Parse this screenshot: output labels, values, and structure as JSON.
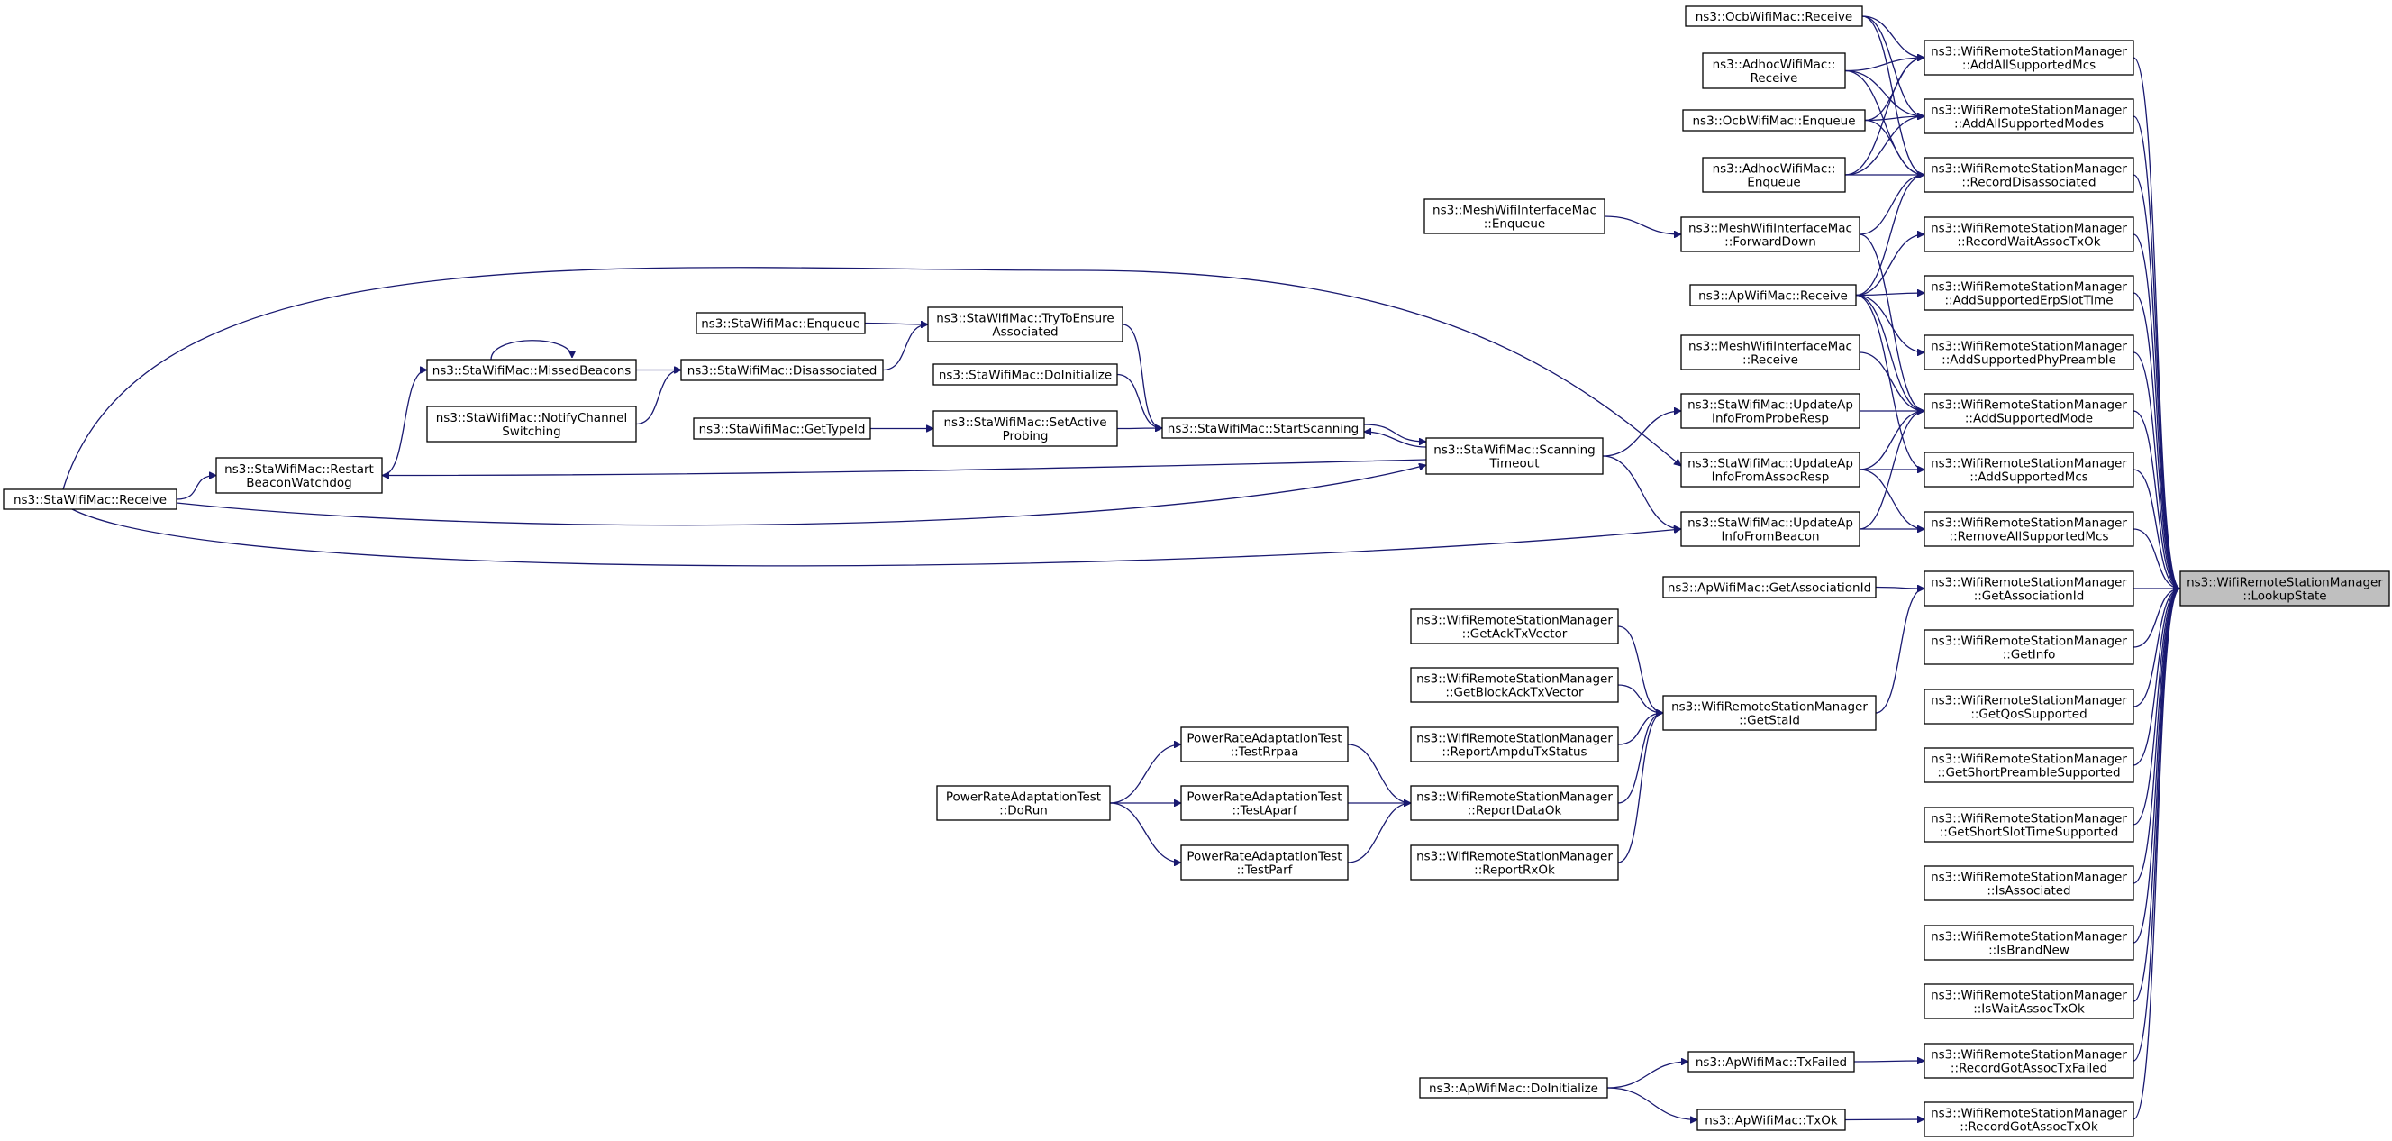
{
  "colors": {
    "edge": "#191970",
    "node_border": "#000000",
    "root_fill": "#bfbfbf",
    "node_fill": "#ffffff"
  },
  "nodes": [
    {
      "id": "lookup",
      "lines": [
        "ns3::WifiRemoteStationManager",
        "::LookupState"
      ],
      "root": true
    },
    {
      "id": "addAllMcs",
      "lines": [
        "ns3::WifiRemoteStationManager",
        "::AddAllSupportedMcs"
      ]
    },
    {
      "id": "addAllModes",
      "lines": [
        "ns3::WifiRemoteStationManager",
        "::AddAllSupportedModes"
      ]
    },
    {
      "id": "recDisassoc",
      "lines": [
        "ns3::WifiRemoteStationManager",
        "::RecordDisassociated"
      ]
    },
    {
      "id": "recWait",
      "lines": [
        "ns3::WifiRemoteStationManager",
        "::RecordWaitAssocTxOk"
      ]
    },
    {
      "id": "addErp",
      "lines": [
        "ns3::WifiRemoteStationManager",
        "::AddSupportedErpSlotTime"
      ]
    },
    {
      "id": "addPhy",
      "lines": [
        "ns3::WifiRemoteStationManager",
        "::AddSupportedPhyPreamble"
      ]
    },
    {
      "id": "addMode",
      "lines": [
        "ns3::WifiRemoteStationManager",
        "::AddSupportedMode"
      ]
    },
    {
      "id": "addMcs",
      "lines": [
        "ns3::WifiRemoteStationManager",
        "::AddSupportedMcs"
      ]
    },
    {
      "id": "removeAll",
      "lines": [
        "ns3::WifiRemoteStationManager",
        "::RemoveAllSupportedMcs"
      ]
    },
    {
      "id": "getAssocId",
      "lines": [
        "ns3::WifiRemoteStationManager",
        "::GetAssociationId"
      ]
    },
    {
      "id": "getInfo",
      "lines": [
        "ns3::WifiRemoteStationManager",
        "::GetInfo"
      ]
    },
    {
      "id": "getQos",
      "lines": [
        "ns3::WifiRemoteStationManager",
        "::GetQosSupported"
      ]
    },
    {
      "id": "getShortPre",
      "lines": [
        "ns3::WifiRemoteStationManager",
        "::GetShortPreambleSupported"
      ]
    },
    {
      "id": "getShortSlot",
      "lines": [
        "ns3::WifiRemoteStationManager",
        "::GetShortSlotTimeSupported"
      ]
    },
    {
      "id": "isAssoc",
      "lines": [
        "ns3::WifiRemoteStationManager",
        "::IsAssociated"
      ]
    },
    {
      "id": "isBrand",
      "lines": [
        "ns3::WifiRemoteStationManager",
        "::IsBrandNew"
      ]
    },
    {
      "id": "isWait",
      "lines": [
        "ns3::WifiRemoteStationManager",
        "::IsWaitAssocTxOk"
      ]
    },
    {
      "id": "recGotFail",
      "lines": [
        "ns3::WifiRemoteStationManager",
        "::RecordGotAssocTxFailed"
      ]
    },
    {
      "id": "recGotOk",
      "lines": [
        "ns3::WifiRemoteStationManager",
        "::RecordGotAssocTxOk"
      ]
    },
    {
      "id": "ocbRecv",
      "lines": [
        "ns3::OcbWifiMac::Receive"
      ]
    },
    {
      "id": "adhocRecv",
      "lines": [
        "ns3::AdhocWifiMac::",
        "Receive"
      ]
    },
    {
      "id": "ocbEnq",
      "lines": [
        "ns3::OcbWifiMac::Enqueue"
      ]
    },
    {
      "id": "adhocEnq",
      "lines": [
        "ns3::AdhocWifiMac::",
        "Enqueue"
      ]
    },
    {
      "id": "meshFwd",
      "lines": [
        "ns3::MeshWifiInterfaceMac",
        "::ForwardDown"
      ]
    },
    {
      "id": "apRecv",
      "lines": [
        "ns3::ApWifiMac::Receive"
      ]
    },
    {
      "id": "meshRecv",
      "lines": [
        "ns3::MeshWifiInterfaceMac",
        "::Receive"
      ]
    },
    {
      "id": "updProbe",
      "lines": [
        "ns3::StaWifiMac::UpdateAp",
        "InfoFromProbeResp"
      ]
    },
    {
      "id": "updAssoc",
      "lines": [
        "ns3::StaWifiMac::UpdateAp",
        "InfoFromAssocResp"
      ]
    },
    {
      "id": "updBeacon",
      "lines": [
        "ns3::StaWifiMac::UpdateAp",
        "InfoFromBeacon"
      ]
    },
    {
      "id": "apGetAssoc",
      "lines": [
        "ns3::ApWifiMac::GetAssociationId"
      ]
    },
    {
      "id": "getStaId",
      "lines": [
        "ns3::WifiRemoteStationManager",
        "::GetStaId"
      ]
    },
    {
      "id": "apTxFailed",
      "lines": [
        "ns3::ApWifiMac::TxFailed"
      ]
    },
    {
      "id": "apTxOk",
      "lines": [
        "ns3::ApWifiMac::TxOk"
      ]
    },
    {
      "id": "apDoInit",
      "lines": [
        "ns3::ApWifiMac::DoInitialize"
      ]
    },
    {
      "id": "meshEnq",
      "lines": [
        "ns3::MeshWifiInterfaceMac",
        "::Enqueue"
      ]
    },
    {
      "id": "scanTimeout",
      "lines": [
        "ns3::StaWifiMac::Scanning",
        "Timeout"
      ]
    },
    {
      "id": "startScan",
      "lines": [
        "ns3::StaWifiMac::StartScanning"
      ]
    },
    {
      "id": "tryEnsure",
      "lines": [
        "ns3::StaWifiMac::TryToEnsure",
        "Associated"
      ]
    },
    {
      "id": "staDoInit",
      "lines": [
        "ns3::StaWifiMac::DoInitialize"
      ]
    },
    {
      "id": "setActive",
      "lines": [
        "ns3::StaWifiMac::SetActive",
        "Probing"
      ]
    },
    {
      "id": "staEnq",
      "lines": [
        "ns3::StaWifiMac::Enqueue"
      ]
    },
    {
      "id": "disassoc",
      "lines": [
        "ns3::StaWifiMac::Disassociated"
      ]
    },
    {
      "id": "getType",
      "lines": [
        "ns3::StaWifiMac::GetTypeId"
      ]
    },
    {
      "id": "missed",
      "lines": [
        "ns3::StaWifiMac::MissedBeacons"
      ]
    },
    {
      "id": "notify",
      "lines": [
        "ns3::StaWifiMac::NotifyChannel",
        "Switching"
      ]
    },
    {
      "id": "restart",
      "lines": [
        "ns3::StaWifiMac::Restart",
        "BeaconWatchdog"
      ]
    },
    {
      "id": "staRecv",
      "lines": [
        "ns3::StaWifiMac::Receive"
      ]
    },
    {
      "id": "getAck",
      "lines": [
        "ns3::WifiRemoteStationManager",
        "::GetAckTxVector"
      ]
    },
    {
      "id": "getBlockAck",
      "lines": [
        "ns3::WifiRemoteStationManager",
        "::GetBlockAckTxVector"
      ]
    },
    {
      "id": "reportAmpdu",
      "lines": [
        "ns3::WifiRemoteStationManager",
        "::ReportAmpduTxStatus"
      ]
    },
    {
      "id": "reportData",
      "lines": [
        "ns3::WifiRemoteStationManager",
        "::ReportDataOk"
      ]
    },
    {
      "id": "reportRx",
      "lines": [
        "ns3::WifiRemoteStationManager",
        "::ReportRxOk"
      ]
    },
    {
      "id": "testRrpaa",
      "lines": [
        "PowerRateAdaptationTest",
        "::TestRrpaa"
      ]
    },
    {
      "id": "testAparf",
      "lines": [
        "PowerRateAdaptationTest",
        "::TestAparf"
      ]
    },
    {
      "id": "testParf",
      "lines": [
        "PowerRateAdaptationTest",
        "::TestParf"
      ]
    },
    {
      "id": "doRun",
      "lines": [
        "PowerRateAdaptationTest",
        "::DoRun"
      ]
    }
  ],
  "edges": [
    [
      "addAllMcs",
      "lookup"
    ],
    [
      "addAllModes",
      "lookup"
    ],
    [
      "recDisassoc",
      "lookup"
    ],
    [
      "recWait",
      "lookup"
    ],
    [
      "addErp",
      "lookup"
    ],
    [
      "addPhy",
      "lookup"
    ],
    [
      "addMode",
      "lookup"
    ],
    [
      "addMcs",
      "lookup"
    ],
    [
      "removeAll",
      "lookup"
    ],
    [
      "getAssocId",
      "lookup"
    ],
    [
      "getInfo",
      "lookup"
    ],
    [
      "getQos",
      "lookup"
    ],
    [
      "getShortPre",
      "lookup"
    ],
    [
      "getShortSlot",
      "lookup"
    ],
    [
      "isAssoc",
      "lookup"
    ],
    [
      "isBrand",
      "lookup"
    ],
    [
      "isWait",
      "lookup"
    ],
    [
      "recGotFail",
      "lookup"
    ],
    [
      "recGotOk",
      "lookup"
    ],
    [
      "ocbRecv",
      "addAllMcs"
    ],
    [
      "ocbRecv",
      "addAllModes"
    ],
    [
      "ocbRecv",
      "recDisassoc"
    ],
    [
      "adhocRecv",
      "addAllMcs"
    ],
    [
      "adhocRecv",
      "addAllModes"
    ],
    [
      "adhocRecv",
      "recDisassoc"
    ],
    [
      "ocbEnq",
      "addAllMcs"
    ],
    [
      "ocbEnq",
      "addAllModes"
    ],
    [
      "ocbEnq",
      "recDisassoc"
    ],
    [
      "adhocEnq",
      "addAllMcs"
    ],
    [
      "adhocEnq",
      "addAllModes"
    ],
    [
      "adhocEnq",
      "recDisassoc"
    ],
    [
      "meshFwd",
      "recDisassoc"
    ],
    [
      "meshFwd",
      "addMode"
    ],
    [
      "apRecv",
      "recDisassoc"
    ],
    [
      "apRecv",
      "recWait"
    ],
    [
      "apRecv",
      "addErp"
    ],
    [
      "apRecv",
      "addPhy"
    ],
    [
      "apRecv",
      "addMode"
    ],
    [
      "apRecv",
      "addMcs"
    ],
    [
      "meshRecv",
      "addMode"
    ],
    [
      "updProbe",
      "addMode"
    ],
    [
      "updAssoc",
      "addMode"
    ],
    [
      "updAssoc",
      "addMcs"
    ],
    [
      "updAssoc",
      "removeAll"
    ],
    [
      "updBeacon",
      "addMode"
    ],
    [
      "updBeacon",
      "removeAll"
    ],
    [
      "apGetAssoc",
      "getAssocId"
    ],
    [
      "getStaId",
      "getAssocId"
    ],
    [
      "apTxFailed",
      "recGotFail"
    ],
    [
      "apTxOk",
      "recGotOk"
    ],
    [
      "apDoInit",
      "apTxFailed"
    ],
    [
      "apDoInit",
      "apTxOk"
    ],
    [
      "meshEnq",
      "meshFwd"
    ],
    [
      "scanTimeout",
      "updProbe"
    ],
    [
      "scanTimeout",
      "updBeacon"
    ],
    [
      "scanTimeout",
      "startScan"
    ],
    [
      "scanTimeout",
      "restart"
    ],
    [
      "startScan",
      "scanTimeout"
    ],
    [
      "tryEnsure",
      "startScan"
    ],
    [
      "staDoInit",
      "startScan"
    ],
    [
      "setActive",
      "startScan"
    ],
    [
      "staEnq",
      "tryEnsure"
    ],
    [
      "disassoc",
      "tryEnsure"
    ],
    [
      "getType",
      "setActive"
    ],
    [
      "missed",
      "disassoc"
    ],
    [
      "notify",
      "disassoc"
    ],
    [
      "missed",
      "missed"
    ],
    [
      "restart",
      "missed"
    ],
    [
      "staRecv",
      "restart"
    ],
    [
      "staRecv",
      "updAssoc"
    ],
    [
      "staRecv",
      "scanTimeout"
    ],
    [
      "staRecv",
      "updBeacon"
    ],
    [
      "getAck",
      "getStaId"
    ],
    [
      "getBlockAck",
      "getStaId"
    ],
    [
      "reportAmpdu",
      "getStaId"
    ],
    [
      "reportData",
      "getStaId"
    ],
    [
      "reportRx",
      "getStaId"
    ],
    [
      "testRrpaa",
      "reportData"
    ],
    [
      "testAparf",
      "reportData"
    ],
    [
      "testParf",
      "reportData"
    ],
    [
      "doRun",
      "testRrpaa"
    ],
    [
      "doRun",
      "testAparf"
    ],
    [
      "doRun",
      "testParf"
    ]
  ]
}
